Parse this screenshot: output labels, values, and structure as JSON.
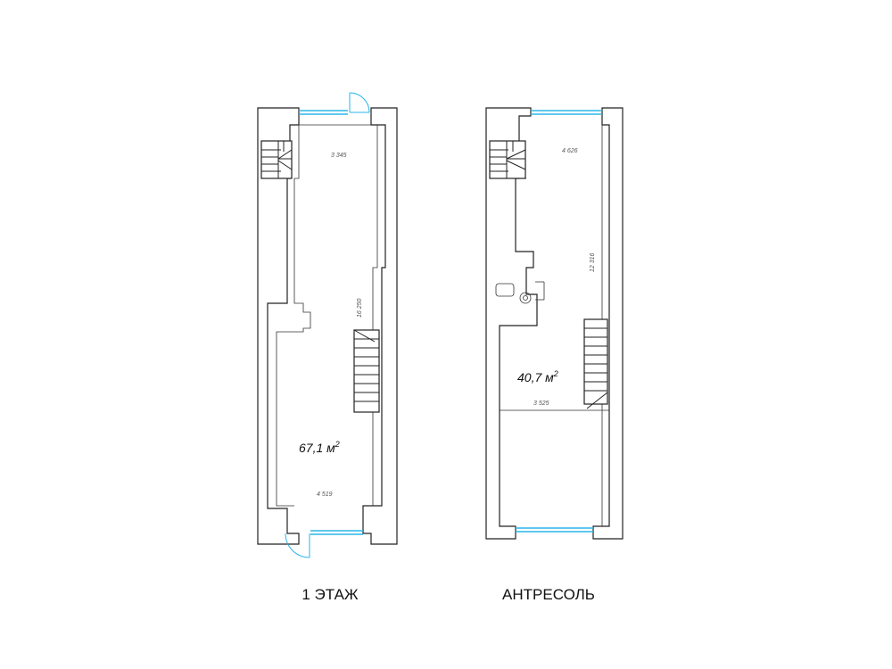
{
  "floors": [
    {
      "caption": "1 ЭТАЖ",
      "area": "67,1 м",
      "area_unit_sup": "2",
      "dimensions": {
        "top_width": "3 345",
        "length": "16 250",
        "bottom_width": "4 519"
      }
    },
    {
      "caption": "АНТРЕСОЛЬ",
      "area": "40,7 м",
      "area_unit_sup": "2",
      "dimensions": {
        "top_width": "4 626",
        "length": "12 316",
        "mid_width": "3 525"
      }
    }
  ],
  "colors": {
    "glazing": "#2ab6e8",
    "walls": "#222222"
  }
}
